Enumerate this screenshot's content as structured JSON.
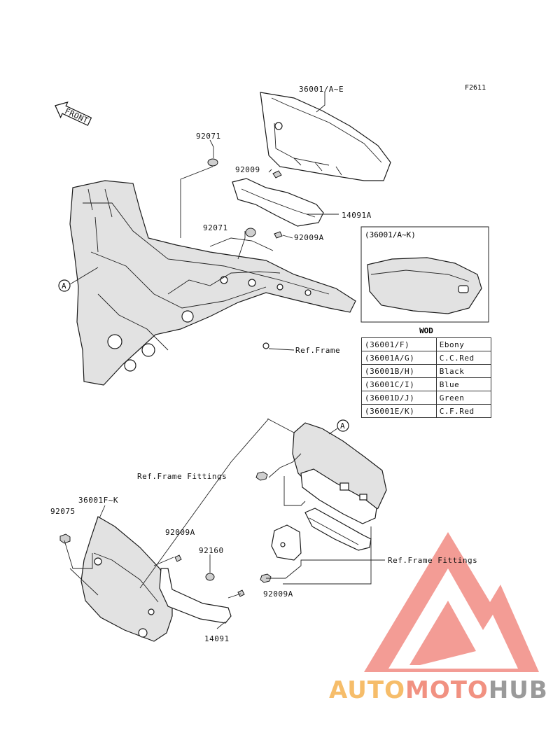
{
  "figure_code": "F2611",
  "front_label": "FRONT",
  "callouts": {
    "top_cover": "36001/A~E",
    "grommet_top": "92071",
    "bolt_top": "92009",
    "bracket_top": "14091A",
    "grommet_mid": "92071",
    "bolt_mid": "92009A",
    "ref_frame": "Ref.Frame",
    "marker_a_frame": "A",
    "marker_a_box": "A",
    "ref_frame_fittings_1": "Ref.Frame Fittings",
    "ref_frame_fittings_2": "Ref.Frame Fittings",
    "lower_cover": "36001F~K",
    "nut_lower": "92075",
    "bolt_lower_1": "92009A",
    "washer_lower": "92160",
    "bolt_lower_2": "92009A",
    "bracket_lower": "14091"
  },
  "inset": {
    "title": "(36001/A~K)"
  },
  "wod": {
    "title": "WOD",
    "rows": [
      {
        "code": "(36001/F)",
        "color": "Ebony"
      },
      {
        "code": "(36001A/G)",
        "color": "C.C.Red"
      },
      {
        "code": "(36001B/H)",
        "color": "Black"
      },
      {
        "code": "(36001C/I)",
        "color": "Blue"
      },
      {
        "code": "(36001D/J)",
        "color": "Green"
      },
      {
        "code": "(36001E/K)",
        "color": "C.F.Red"
      }
    ]
  },
  "watermark": {
    "part1": "AUTO",
    "part2": "MOTO",
    "part3": "HUB"
  }
}
